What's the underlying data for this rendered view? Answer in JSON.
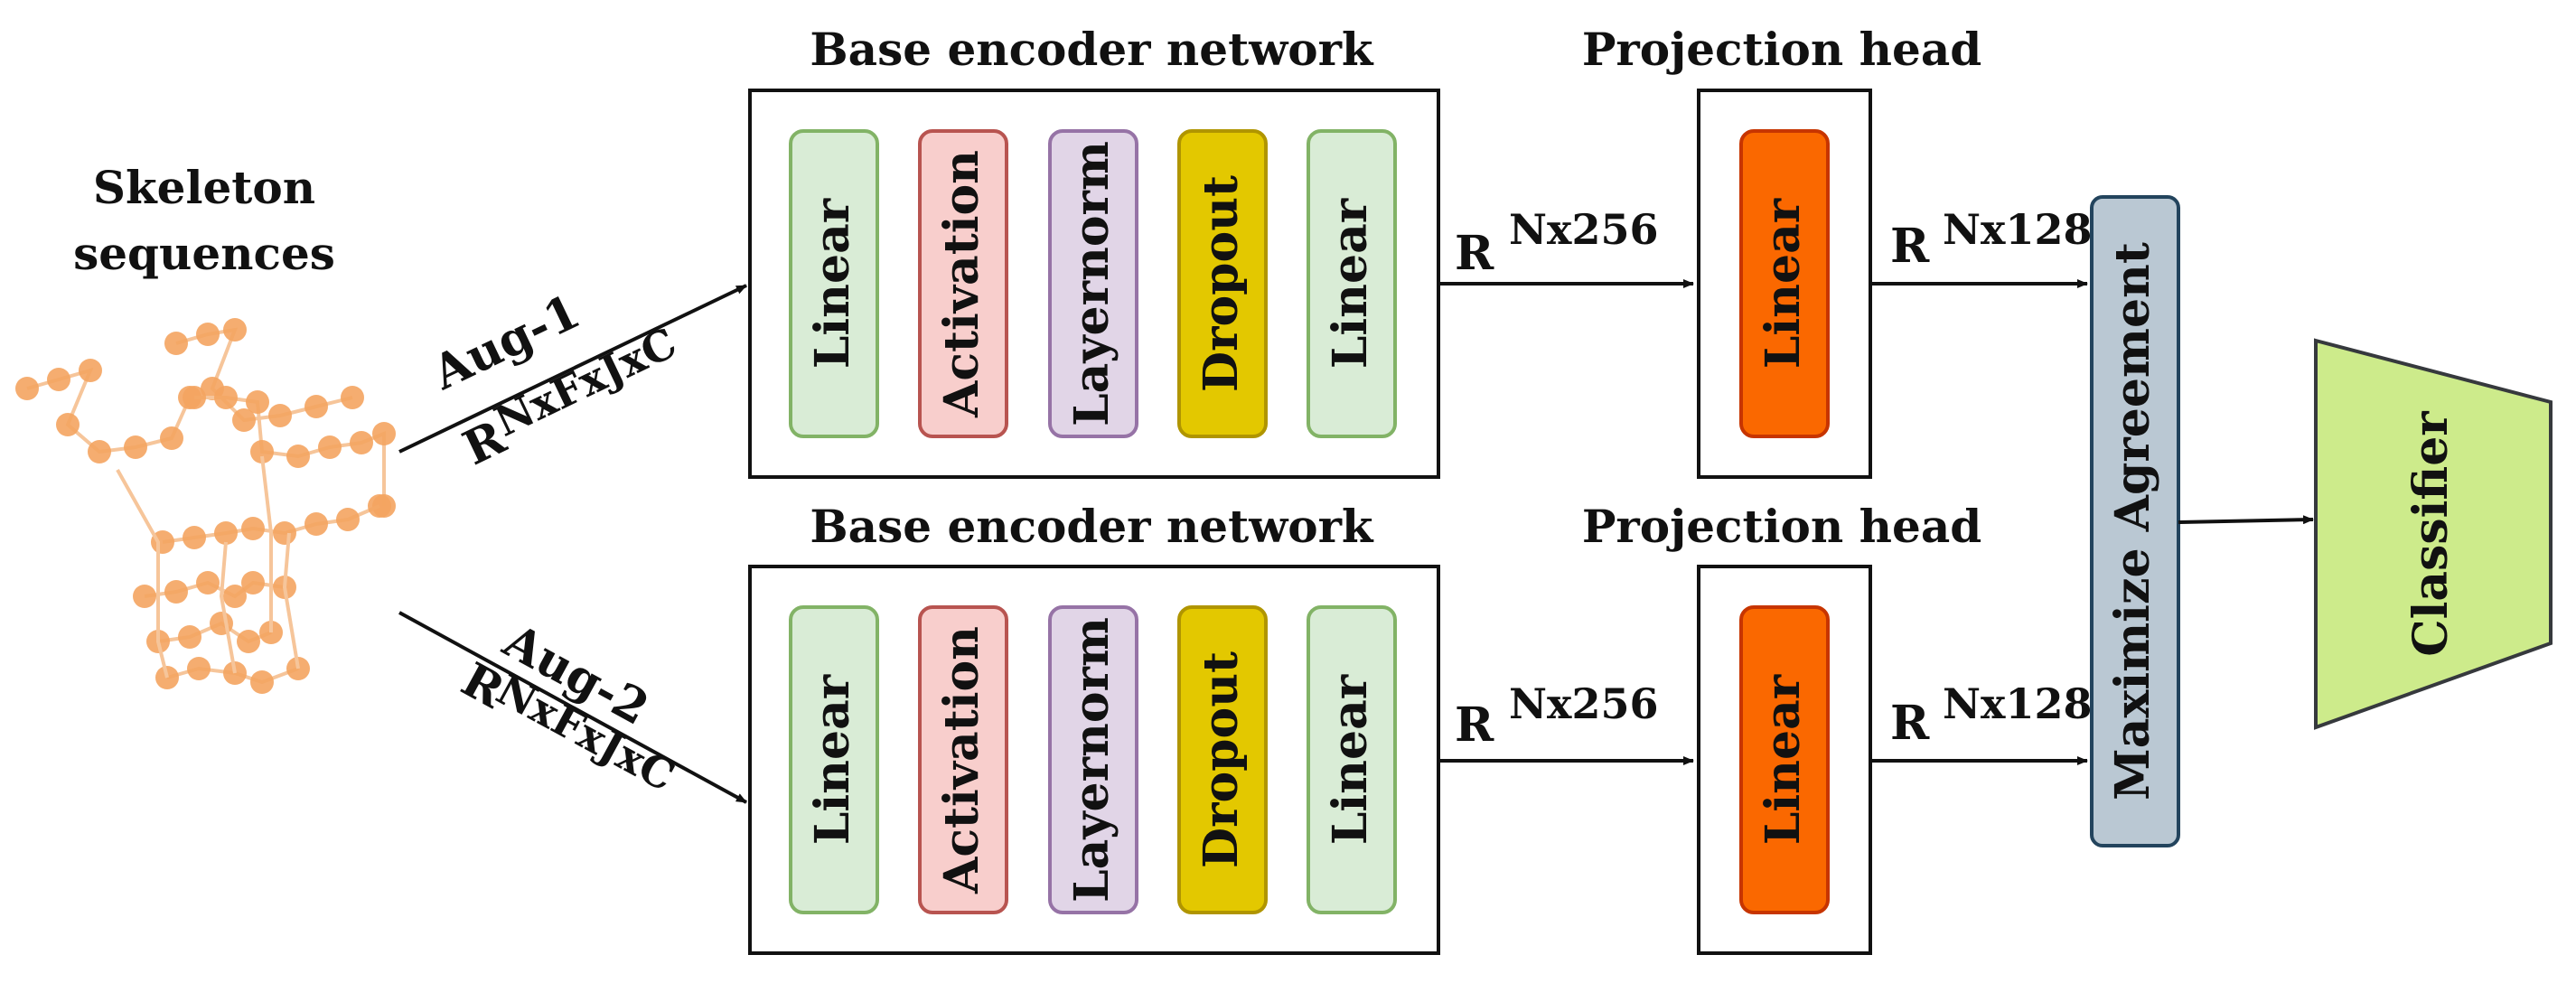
{
  "input": {
    "label_line1": "Skeleton",
    "label_line2": "sequences",
    "aug1": "Aug-1",
    "aug2": "Aug-2",
    "input_dim_base": "R",
    "input_dim_sup": "NxFxJxC"
  },
  "encoder_top": {
    "title": "Base encoder network",
    "blocks": [
      {
        "label": "Linear",
        "fill": "#d9ecd6",
        "stroke": "#82b366"
      },
      {
        "label": "Activation",
        "fill": "#f8cecc",
        "stroke": "#b85450"
      },
      {
        "label": "Layernorm",
        "fill": "#e1d5e7",
        "stroke": "#9673a6"
      },
      {
        "label": "Dropout",
        "fill": "#e3c800",
        "stroke": "#b09500"
      },
      {
        "label": "Linear",
        "fill": "#d9ecd6",
        "stroke": "#82b366"
      }
    ],
    "out_base": "R",
    "out_sup": "Nx256"
  },
  "encoder_bottom": {
    "title": "Base encoder network",
    "blocks": [
      {
        "label": "Linear",
        "fill": "#d9ecd6",
        "stroke": "#82b366"
      },
      {
        "label": "Activation",
        "fill": "#f8cecc",
        "stroke": "#b85450"
      },
      {
        "label": "Layernorm",
        "fill": "#e1d5e7",
        "stroke": "#9673a6"
      },
      {
        "label": "Dropout",
        "fill": "#e3c800",
        "stroke": "#b09500"
      },
      {
        "label": "Linear",
        "fill": "#d9ecd6",
        "stroke": "#82b366"
      }
    ],
    "out_base": "R",
    "out_sup": "Nx256"
  },
  "projection_top": {
    "title": "Projection head",
    "block": {
      "label": "Linear",
      "fill": "#fa6800",
      "stroke": "#c73500"
    },
    "out_base": "R",
    "out_sup": "Nx128"
  },
  "projection_bottom": {
    "title": "Projection head",
    "block": {
      "label": "Linear",
      "fill": "#fa6800",
      "stroke": "#c73500"
    },
    "out_base": "R",
    "out_sup": "Nx128"
  },
  "agreement": {
    "label": "Maximize Agreement",
    "fill": "#bac8d3",
    "stroke": "#23445d"
  },
  "classifier": {
    "label": "Classifier",
    "fill": "#cdeb8b",
    "stroke": "#36393d"
  },
  "colors": {
    "skeleton": "#f4a460",
    "skeleton_line": "#f6c59a",
    "arrow": "#111111"
  }
}
